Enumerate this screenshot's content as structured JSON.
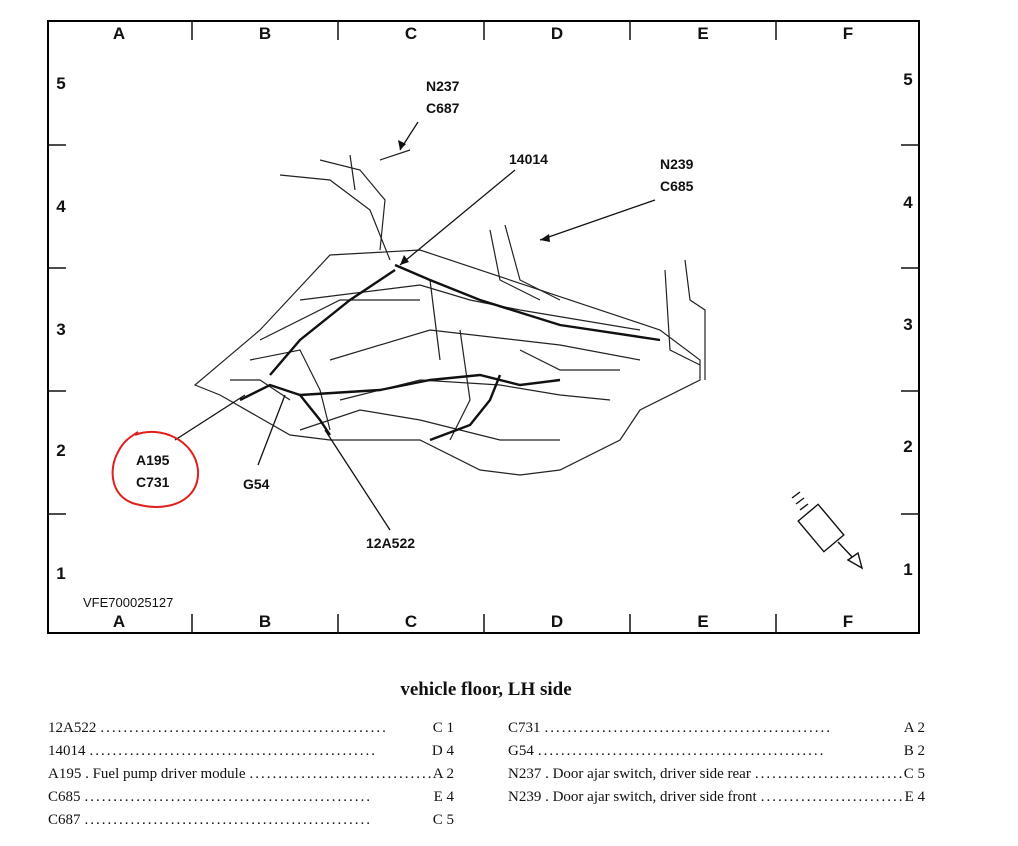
{
  "grid": {
    "columns": [
      "A",
      "B",
      "C",
      "D",
      "E",
      "F"
    ],
    "rows": [
      "5",
      "4",
      "3",
      "2",
      "1"
    ]
  },
  "callouts": {
    "n237": [
      "N237",
      "C687"
    ],
    "n14014": "14014",
    "n239": [
      "N239",
      "C685"
    ],
    "a195": [
      "A195",
      "C731"
    ],
    "g54": "G54",
    "a522": "12A522"
  },
  "drawing_code": "VFE700025127",
  "title": "vehicle floor, LH side",
  "legend_left": [
    {
      "label": "12A522",
      "loc": "C 1"
    },
    {
      "label": "14014",
      "loc": "D 4"
    },
    {
      "label": "A195 .  Fuel pump driver module",
      "loc": "A 2"
    },
    {
      "label": "C685",
      "loc": "E 4"
    },
    {
      "label": "C687",
      "loc": "C 5"
    }
  ],
  "legend_right": [
    {
      "label": "C731",
      "loc": "A 2"
    },
    {
      "label": "G54",
      "loc": "B 2"
    },
    {
      "label": "N237 .  Door ajar switch, driver side rear",
      "loc": "C 5"
    },
    {
      "label": "N239 .  Door ajar switch, driver side front",
      "loc": "E 4"
    }
  ],
  "colors": {
    "ink": "#111111",
    "annotation": "#e0201c"
  }
}
